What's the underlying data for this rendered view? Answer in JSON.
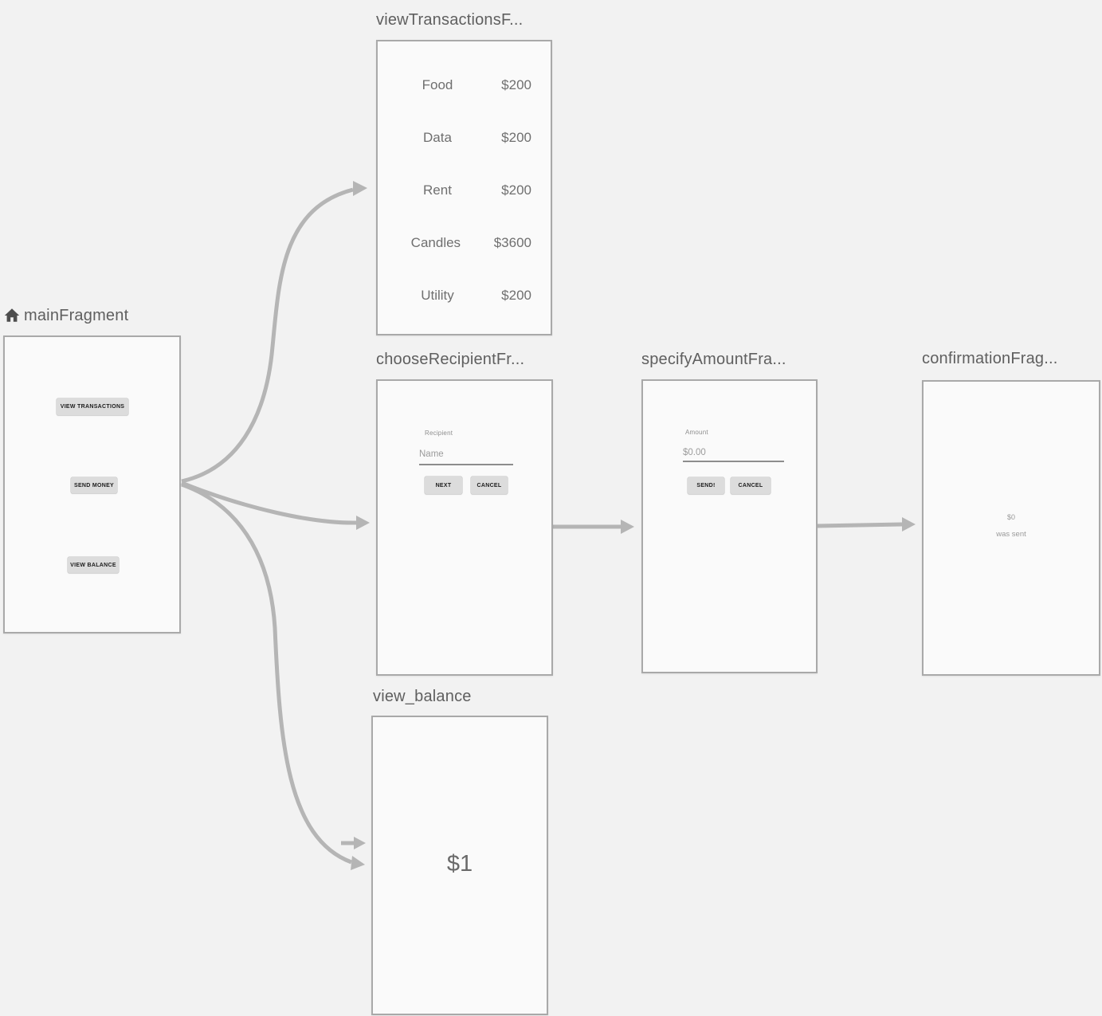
{
  "editor": {
    "background_color": "#f2f2f2",
    "card_background_color": "#fafafa",
    "card_border_color": "#a9a9a9",
    "arrow_color": "#b5b5b5"
  },
  "fragments": {
    "main": {
      "title": "mainFragment",
      "buttons": {
        "view_transactions": "VIEW TRANSACTIONS",
        "send_money": "SEND MONEY",
        "view_balance": "VIEW BALANCE"
      }
    },
    "view_transactions": {
      "title": "viewTransactionsF...",
      "rows": [
        {
          "label": "Food",
          "amount": "$200"
        },
        {
          "label": "Data",
          "amount": "$200"
        },
        {
          "label": "Rent",
          "amount": "$200"
        },
        {
          "label": "Candles",
          "amount": "$3600"
        },
        {
          "label": "Utility",
          "amount": "$200"
        }
      ]
    },
    "choose_recipient": {
      "title": "chooseRecipientFr...",
      "field_label": "Recipient",
      "field_hint": "Name",
      "buttons": {
        "next": "NEXT",
        "cancel": "CANCEL"
      }
    },
    "specify_amount": {
      "title": "specifyAmountFra...",
      "field_label": "Amount",
      "field_hint": "$0.00",
      "buttons": {
        "send": "SEND!",
        "cancel": "CANCEL"
      }
    },
    "confirmation": {
      "title": "confirmationFrag...",
      "amount": "$0",
      "message": "was sent"
    },
    "view_balance": {
      "title": "view_balance",
      "balance": "$1"
    }
  }
}
